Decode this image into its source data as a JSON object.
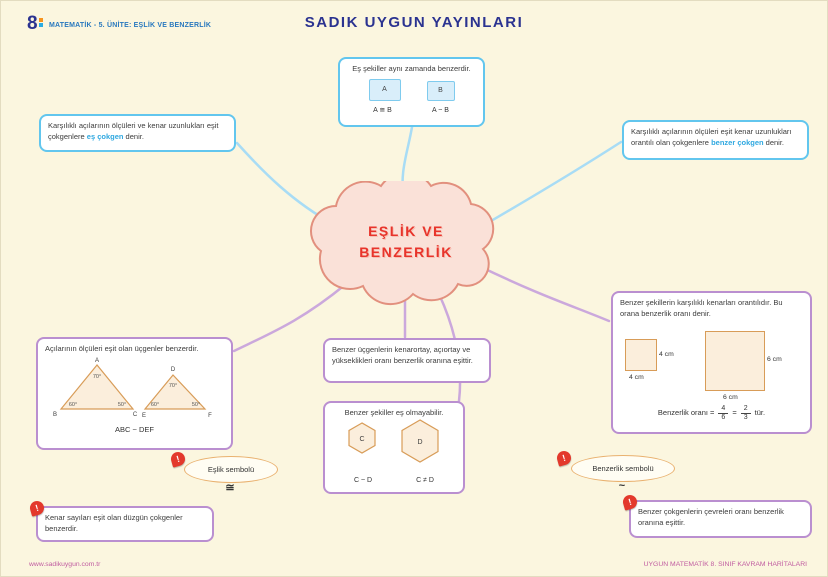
{
  "colors": {
    "accent_blue": "#62C6EE",
    "accent_purple": "#BA8FD0",
    "title_blue": "#2B3390",
    "cloud_red": "#E8342B",
    "footer_pink": "#C05CA0"
  },
  "header": {
    "grade_badge": "8",
    "unit_label": "MATEMATİK - 5. ÜNİTE: EŞLİK VE BENZERLİK",
    "publisher_title": "SADIK  UYGUN  YAYINLARI"
  },
  "cloud": {
    "line1": "EŞLİK VE",
    "line2": "BENZERLİK"
  },
  "top_box": {
    "text": "Eş şekiller aynı zamanda benzerdir.",
    "square_a": "A",
    "square_b": "B",
    "congruent": "A ≅ B",
    "similar": "A ~ B"
  },
  "left_box": {
    "before": "Karşılıklı açılarının ölçüleri ve kenar uzunlukları eşit çokgenlere ",
    "highlight": "eş çokgen",
    "after": " denir."
  },
  "right_box": {
    "before": "Karşılıklı açılarının ölçüleri eşit kenar uzunlukları orantılı olan çokgenlere ",
    "highlight": "benzer çokgen",
    "after": " denir."
  },
  "triangle_box": {
    "text": "Açılarının ölçüleri eşit olan üçgenler benzerdir.",
    "t1": {
      "v1": "A",
      "v2": "B",
      "v3": "C",
      "a1": "70°",
      "a2": "60°",
      "a3": "50°"
    },
    "t2": {
      "v1": "D",
      "v2": "E",
      "v3": "F",
      "a1": "70°",
      "a2": "60°",
      "a3": "50°"
    },
    "relation": "ABC ~ DEF"
  },
  "median_box": {
    "text": "Benzer üçgenlerin kenarortay, açıortay ve yükseklikleri oranı benzerlik oranına eşittir."
  },
  "hexagon_box": {
    "text": "Benzer şekiller eş olmayabilir.",
    "label_c": "C",
    "label_d": "D",
    "similar": "C ~ D",
    "not_equal": "C ≠ D"
  },
  "ratio_box": {
    "text": "Benzer şekillerin karşılıklı kenarları orantılıdır. Bu orana benzerlik oranı denir.",
    "small_right": "4 cm",
    "small_bottom": "4 cm",
    "large_right": "6 cm",
    "large_bottom": "6 cm",
    "formula_prefix": "Benzerlik oranı =",
    "frac1_num": "4",
    "frac1_den": "6",
    "equals": "=",
    "frac2_num": "2",
    "frac2_den": "3",
    "formula_suffix": "tür."
  },
  "symbols": {
    "congruence": {
      "label": "Eşlik sembolü",
      "glyph": "≅"
    },
    "similarity": {
      "label": "Benzerlik sembolü",
      "glyph": "~"
    }
  },
  "notes": {
    "regular_polygons": "Kenar sayıları eşit olan düzgün çokgenler benzerdir.",
    "perimeter_ratio": "Benzer çokgenlerin çevreleri oranı benzerlik oranına eşittir."
  },
  "icons": {
    "alert": "!"
  },
  "footer": {
    "website": "www.sadikuygun.com.tr",
    "series": "UYGUN MATEMATİK 8. SINIF KAVRAM HARİTALARI"
  }
}
